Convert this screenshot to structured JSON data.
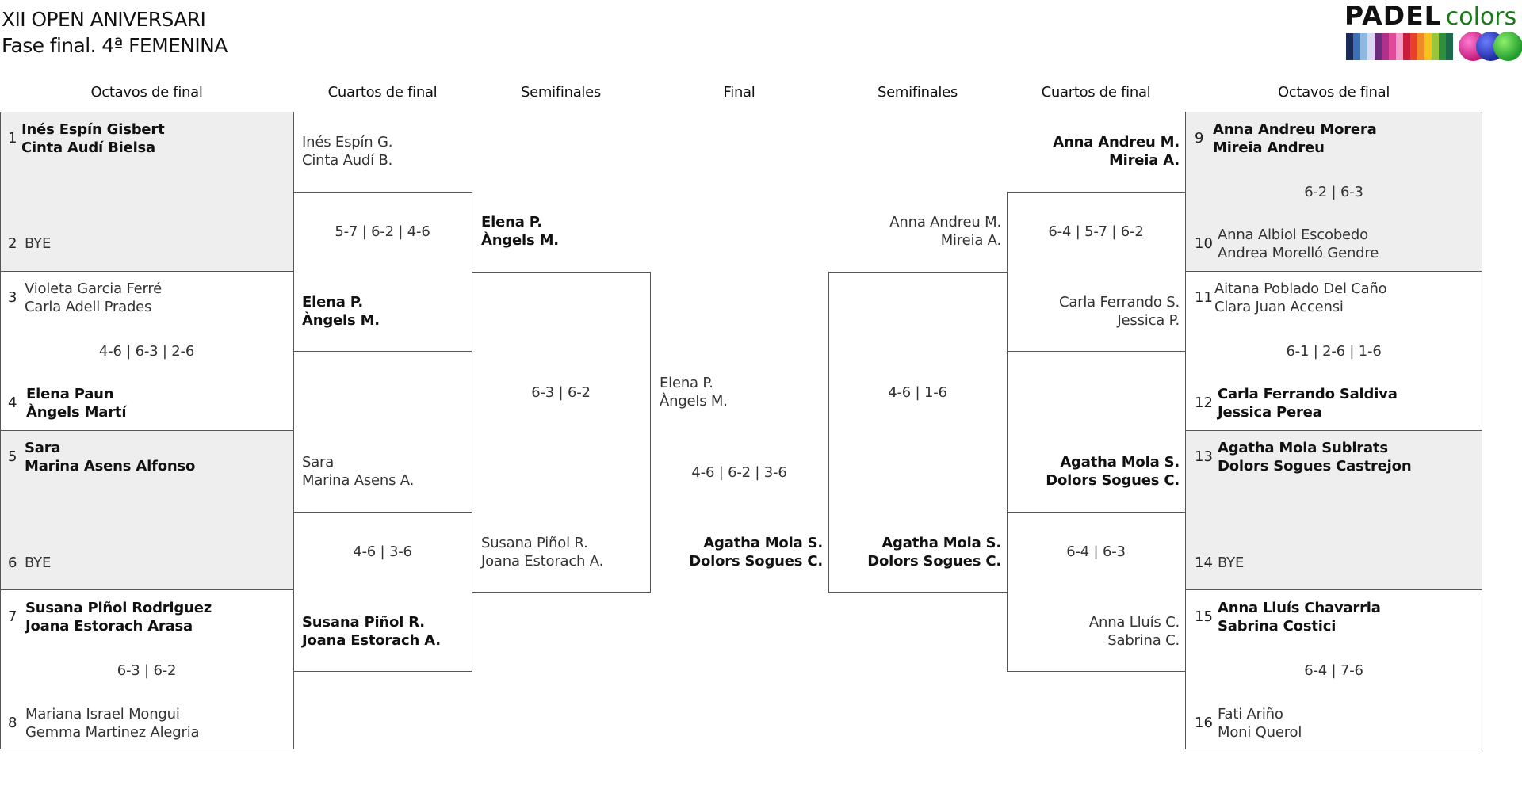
{
  "header": {
    "title": "XII OPEN ANIVERSARI",
    "subtitle": "Fase final. 4ª FEMENINA"
  },
  "logo": {
    "word1": "PADEL",
    "word2": "colors"
  },
  "rounds": {
    "left": [
      "Octavos de final",
      "Cuartos de final",
      "Semifinales"
    ],
    "final": "Final",
    "right": [
      "Semifinales",
      "Cuartos de final",
      "Octavos de final"
    ]
  },
  "r16_left": [
    {
      "seed_a": "1",
      "a": [
        "Inés Espín Gisbert",
        "Cinta Audí Bielsa"
      ],
      "seed_b": "2",
      "b": [
        "BYE"
      ],
      "score": ""
    },
    {
      "seed_a": "3",
      "a": [
        "Violeta Garcia Ferré",
        "Carla Adell Prades"
      ],
      "seed_b": "4",
      "b": [
        "Elena Paun",
        "Àngels Martí"
      ],
      "score": "4-6 | 6-3 | 2-6"
    },
    {
      "seed_a": "5",
      "a": [
        "Sara",
        "Marina Asens Alfonso"
      ],
      "seed_b": "6",
      "b": [
        "BYE"
      ],
      "score": ""
    },
    {
      "seed_a": "7",
      "a": [
        "Susana Piñol Rodriguez",
        "Joana Estorach Arasa"
      ],
      "seed_b": "8",
      "b": [
        "Mariana Israel Mongui",
        "Gemma Martinez Alegria"
      ],
      "score": "6-3 | 6-2"
    }
  ],
  "qf_left": [
    {
      "a": [
        "Inés Espín G.",
        "Cinta Audí B."
      ],
      "b": [
        "Elena P.",
        "Àngels M."
      ],
      "score": "5-7 | 6-2 | 4-6"
    },
    {
      "a": [
        "Sara",
        "Marina Asens A."
      ],
      "b": [
        "Susana Piñol R.",
        "Joana Estorach A."
      ],
      "score": "4-6 | 3-6"
    }
  ],
  "sf_left": {
    "a": [
      "Elena P.",
      "Àngels M."
    ],
    "b": [
      "Susana Piñol R.",
      "Joana Estorach A."
    ],
    "score": "6-3 | 6-2"
  },
  "final": {
    "a": [
      "Elena P.",
      "Àngels M."
    ],
    "b": [
      "Agatha Mola S.",
      "Dolors Sogues C."
    ],
    "score": "4-6 | 6-2 | 3-6"
  },
  "sf_right": {
    "a": [
      "Anna Andreu M.",
      "Mireia A."
    ],
    "b": [
      "Agatha Mola S.",
      "Dolors Sogues C."
    ],
    "score": "4-6 | 1-6"
  },
  "qf_right": [
    {
      "a": [
        "Anna Andreu M.",
        "Mireia A."
      ],
      "b": [
        "Carla Ferrando S.",
        "Jessica P."
      ],
      "score": "6-4 | 5-7 | 6-2"
    },
    {
      "a": [
        "Agatha Mola S.",
        "Dolors Sogues C."
      ],
      "b": [
        "Anna Lluís C.",
        "Sabrina C."
      ],
      "score": "6-4 | 6-3"
    }
  ],
  "r16_right": [
    {
      "seed_a": "9",
      "a": [
        "Anna Andreu Morera",
        "Mireia Andreu"
      ],
      "seed_b": "10",
      "b": [
        "Anna Albiol Escobedo",
        "Andrea Morelló Gendre"
      ],
      "score": "6-2 | 6-3"
    },
    {
      "seed_a": "11",
      "a": [
        "Aitana Poblado Del Caño",
        "Clara Juan Accensi"
      ],
      "seed_b": "12",
      "b": [
        "Carla Ferrando Saldiva",
        "Jessica Perea"
      ],
      "score": "6-1 | 2-6 | 1-6"
    },
    {
      "seed_a": "13",
      "a": [
        "Agatha Mola Subirats",
        "Dolors Sogues Castrejon"
      ],
      "seed_b": "14",
      "b": [
        "BYE"
      ],
      "score": ""
    },
    {
      "seed_a": "15",
      "a": [
        "Anna Lluís Chavarria",
        "Sabrina Costici"
      ],
      "seed_b": "16",
      "b": [
        "Fati Ariño",
        "Moni Querol"
      ],
      "score": "6-4 | 7-6"
    }
  ]
}
